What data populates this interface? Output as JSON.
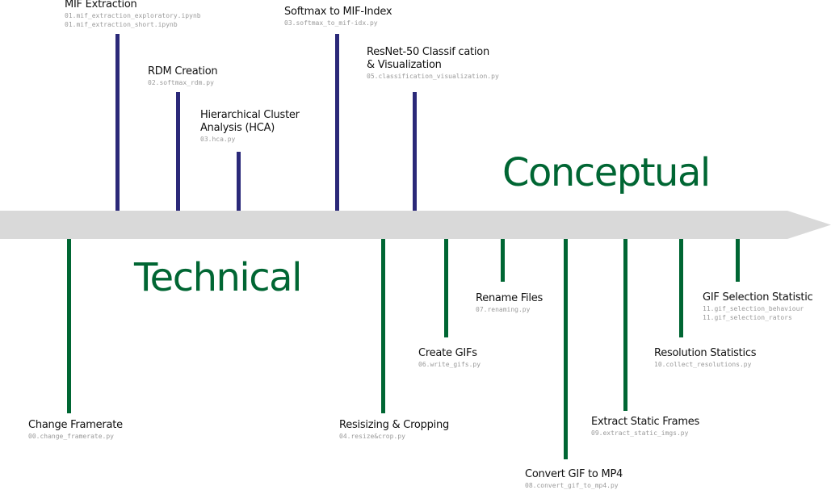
{
  "diagram": {
    "colors": {
      "conceptual_tick": "#2b2979",
      "technical_tick": "#006633",
      "axis": "#d9d9d9",
      "heading": "#006633",
      "filename": "#9a9a9a"
    },
    "headings": {
      "conceptual": "Conceptual",
      "technical": "Technical"
    },
    "conceptual_steps": [
      {
        "title_lines": [
          "MIF Extraction"
        ],
        "files": [
          "01.mif_extraction_exploratory.ipynb",
          "01.mif_extraction_short.ipynb"
        ]
      },
      {
        "title_lines": [
          "RDM Creation"
        ],
        "files": [
          "02.softmax_rdm.py"
        ]
      },
      {
        "title_lines": [
          "Hierarchical Cluster",
          "Analysis (HCA)"
        ],
        "files": [
          "03.hca.py"
        ]
      },
      {
        "title_lines": [
          "Softmax to MIF-Index"
        ],
        "files": [
          "03.softmax_to_mif-idx.py"
        ]
      },
      {
        "title_lines": [
          "ResNet-50 Classif cation",
          "& Visualization"
        ],
        "files": [
          "05.classification_visualization.py"
        ]
      }
    ],
    "technical_steps": [
      {
        "title_lines": [
          "Change Framerate"
        ],
        "files": [
          "00.change_framerate.py"
        ]
      },
      {
        "title_lines": [
          "Resisizing & Cropping"
        ],
        "files": [
          "04.resize&crop.py"
        ]
      },
      {
        "title_lines": [
          "Create GIFs"
        ],
        "files": [
          "06.write_gifs.py"
        ]
      },
      {
        "title_lines": [
          "Rename Files"
        ],
        "files": [
          "07.renaming.py"
        ]
      },
      {
        "title_lines": [
          "Convert GIF to MP4"
        ],
        "files": [
          "08.convert_gif_to_mp4.py"
        ]
      },
      {
        "title_lines": [
          "Extract Static Frames"
        ],
        "files": [
          "09.extract_static_imgs.py"
        ]
      },
      {
        "title_lines": [
          "Resolution Statistics"
        ],
        "files": [
          "10.collect_resolutions.py"
        ]
      },
      {
        "title_lines": [
          "GIF Selection Statistic"
        ],
        "files": [
          "11.gif_selection_behaviour",
          "11.gif_selection_rators"
        ]
      }
    ]
  }
}
